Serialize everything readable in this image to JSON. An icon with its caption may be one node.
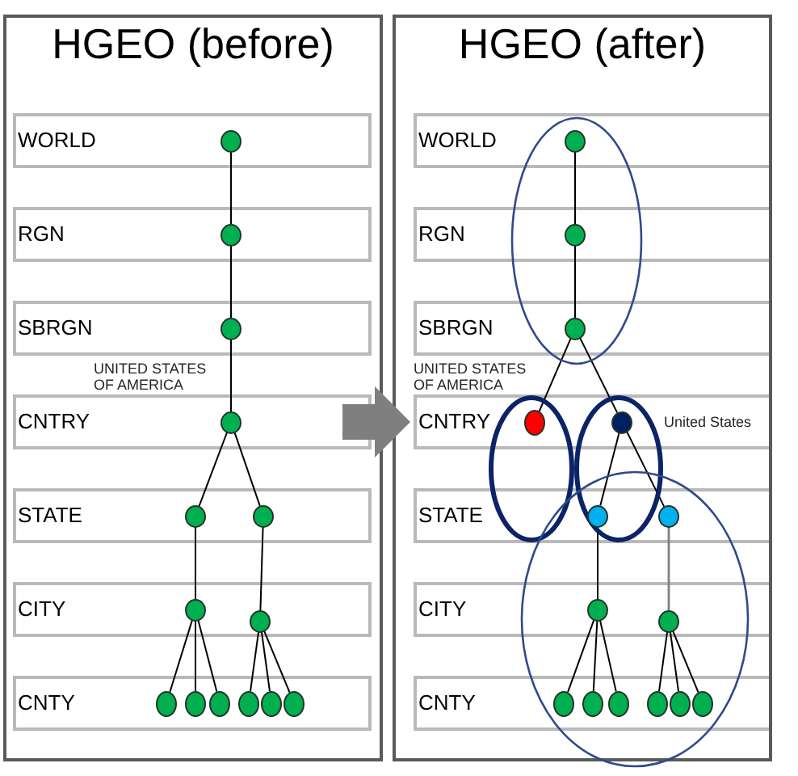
{
  "diagram": {
    "nodes": [
      {
        "text": [
          "HGEO (before)"
        ]
      },
      {
        "text": [
          "WORLD"
        ],
        "in": 0
      },
      {
        "text": [
          "RGN"
        ],
        "in": 0
      },
      {
        "text": [
          "SBRGN"
        ],
        "in": 0
      },
      {
        "text": [
          "CNTRY"
        ],
        "in": 0
      },
      {
        "text": [
          "STATE"
        ],
        "in": 0
      },
      {
        "text": [
          "CITY"
        ],
        "in": 0
      },
      {
        "text": [
          "CNTY"
        ],
        "in": 0
      },
      {
        "text": [],
        "shape": "circle",
        "in": 1
      },
      {
        "text": [],
        "shape": "circle",
        "in": 2
      },
      {
        "text": [],
        "shape": "circle",
        "in": 3
      },
      {
        "text": [],
        "shape": "circle",
        "in": 4,
        "beside": [
          "UNITED STATES OF AMERICA"
        ]
      },
      {
        "text": [],
        "shape": "circle",
        "in": 5
      },
      {
        "text": [],
        "shape": "circle",
        "in": 5
      },
      {
        "text": [],
        "shape": "circle",
        "in": 6
      },
      {
        "text": [],
        "shape": "circle",
        "in": 6
      },
      {
        "text": [],
        "shape": "circle",
        "in": 7
      },
      {
        "text": [],
        "shape": "circle",
        "in": 7
      },
      {
        "text": [],
        "shape": "circle",
        "in": 7
      },
      {
        "text": [],
        "shape": "circle",
        "in": 7
      },
      {
        "text": [],
        "shape": "circle",
        "in": 7
      },
      {
        "text": [],
        "shape": "circle",
        "in": 7
      },
      {
        "text": [
          "HGEO (after)"
        ]
      },
      {
        "text": [
          "WORLD"
        ],
        "in": 22
      },
      {
        "text": [
          "RGN"
        ],
        "in": 22
      },
      {
        "text": [
          "SBRGN"
        ],
        "in": 22
      },
      {
        "text": [
          "CNTRY"
        ],
        "in": 22
      },
      {
        "text": [
          "STATE"
        ],
        "in": 22
      },
      {
        "text": [
          "CITY"
        ],
        "in": 22
      },
      {
        "text": [
          "CNTY"
        ],
        "in": 22
      },
      {
        "text": [],
        "shape": "circle",
        "in": 23
      },
      {
        "text": [],
        "shape": "circle",
        "in": 24
      },
      {
        "text": [],
        "shape": "circle",
        "in": 25
      },
      {
        "text": [],
        "shape": "circle",
        "in": 26,
        "beside": [
          "UNITED STATES OF AMERICA"
        ]
      },
      {
        "text": [],
        "shape": "circle",
        "in": 26,
        "beside": [
          "United States"
        ]
      },
      {
        "text": [],
        "shape": "circle",
        "in": 27
      },
      {
        "text": [],
        "shape": "circle",
        "in": 27
      },
      {
        "text": [],
        "shape": "circle",
        "in": 28
      },
      {
        "text": [],
        "shape": "circle",
        "in": 28
      },
      {
        "text": [],
        "shape": "circle",
        "in": 29
      },
      {
        "text": [],
        "shape": "circle",
        "in": 29
      },
      {
        "text": [],
        "shape": "circle",
        "in": 29
      },
      {
        "text": [],
        "shape": "circle",
        "in": 29
      },
      {
        "text": [],
        "shape": "circle",
        "in": 29
      },
      {
        "text": [],
        "shape": "circle",
        "in": 29
      }
    ],
    "edges": [
      {
        "from": 8,
        "to": 9,
        "arrow": "none"
      },
      {
        "from": 9,
        "to": 10,
        "arrow": "none"
      },
      {
        "from": 10,
        "to": 11,
        "arrow": "none"
      },
      {
        "from": 11,
        "to": 12,
        "arrow": "none"
      },
      {
        "from": 11,
        "to": 13,
        "arrow": "none"
      },
      {
        "from": 12,
        "to": 14,
        "arrow": "none"
      },
      {
        "from": 13,
        "to": 15,
        "arrow": "none"
      },
      {
        "from": 14,
        "to": 16,
        "arrow": "none"
      },
      {
        "from": 14,
        "to": 17,
        "arrow": "none"
      },
      {
        "from": 14,
        "to": 18,
        "arrow": "none"
      },
      {
        "from": 15,
        "to": 19,
        "arrow": "none"
      },
      {
        "from": 15,
        "to": 20,
        "arrow": "none"
      },
      {
        "from": 15,
        "to": 21,
        "arrow": "none"
      },
      {
        "from": 0,
        "to": 22,
        "arrow": "to",
        "style": "thick",
        "color": "#7f7f7f"
      },
      {
        "from": 30,
        "to": 31,
        "arrow": "none"
      },
      {
        "from": 31,
        "to": 32,
        "arrow": "none"
      },
      {
        "from": 32,
        "to": 33,
        "arrow": "none"
      },
      {
        "from": 32,
        "to": 34,
        "arrow": "none"
      },
      {
        "from": 34,
        "to": 35,
        "arrow": "none"
      },
      {
        "from": 34,
        "to": 36,
        "arrow": "none"
      },
      {
        "from": 35,
        "to": 37,
        "arrow": "none"
      },
      {
        "from": 36,
        "to": 38,
        "arrow": "none",
        "color": "#7f7f7f"
      },
      {
        "from": 37,
        "to": 39,
        "arrow": "none"
      },
      {
        "from": 37,
        "to": 40,
        "arrow": "none"
      },
      {
        "from": 37,
        "to": 41,
        "arrow": "none"
      },
      {
        "from": 38,
        "to": 42,
        "arrow": "none"
      },
      {
        "from": 38,
        "to": 43,
        "arrow": "none"
      },
      {
        "from": 38,
        "to": 44,
        "arrow": "none"
      }
    ]
  }
}
